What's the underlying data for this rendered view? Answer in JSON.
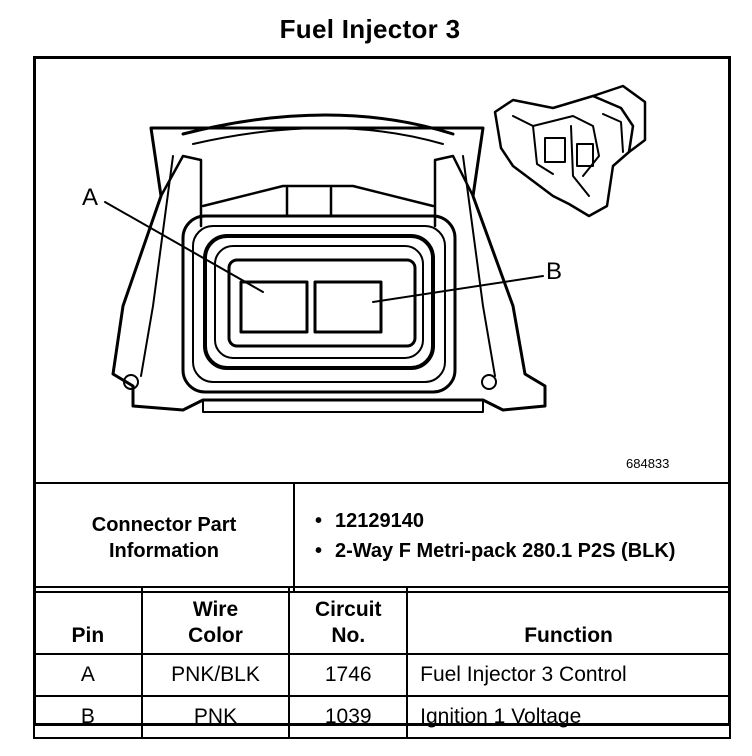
{
  "title": "Fuel Injector 3",
  "figure_id": "684833",
  "callouts": {
    "a": "A",
    "b": "B"
  },
  "connector_info": {
    "label_line1": "Connector Part",
    "label_line2": "Information",
    "items": [
      "12129140",
      "2-Way F Metri-pack 280.1 P2S (BLK)"
    ]
  },
  "pin_table": {
    "headers": {
      "pin": "Pin",
      "wire_line1": "Wire",
      "wire_line2": "Color",
      "circuit_line1": "Circuit",
      "circuit_line2": "No.",
      "function": "Function"
    },
    "rows": [
      {
        "pin": "A",
        "wire": "PNK/BLK",
        "circuit": "1746",
        "function": "Fuel Injector 3 Control"
      },
      {
        "pin": "B",
        "wire": "PNK",
        "circuit": "1039",
        "function": "Ignition 1 Voltage"
      }
    ]
  }
}
